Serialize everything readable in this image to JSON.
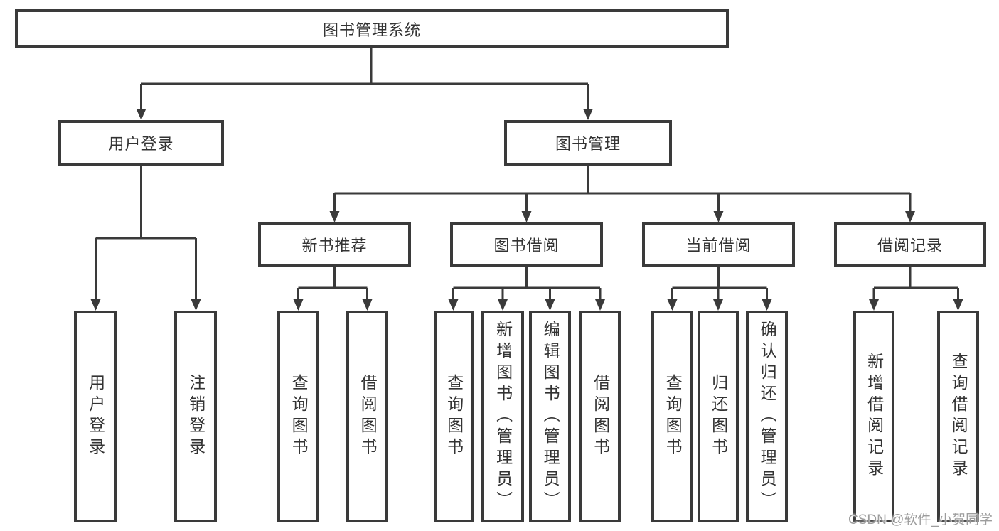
{
  "tree": {
    "label": "图书管理系统",
    "children": [
      {
        "label": "用户登录",
        "children": [
          {
            "label": "用户登录"
          },
          {
            "label": "注销登录"
          }
        ]
      },
      {
        "label": "图书管理",
        "children": [
          {
            "label": "新书推荐",
            "children": [
              {
                "label": "查询图书"
              },
              {
                "label": "借阅图书"
              }
            ]
          },
          {
            "label": "图书借阅",
            "children": [
              {
                "label": "查询图书"
              },
              {
                "label": "新增图书（管理员）"
              },
              {
                "label": "编辑图书（管理员）"
              },
              {
                "label": "借阅图书"
              }
            ]
          },
          {
            "label": "当前借阅",
            "children": [
              {
                "label": "查询图书"
              },
              {
                "label": "归还图书"
              },
              {
                "label": "确认归还（管理员）"
              }
            ]
          },
          {
            "label": "借阅记录",
            "children": [
              {
                "label": "新增借阅记录"
              },
              {
                "label": "查询借阅记录"
              }
            ]
          }
        ]
      }
    ]
  },
  "watermark": {
    "text": "CSDN @软件_小贺同学"
  },
  "colors": {
    "line": "#3a3a3a",
    "box_border": "#3a3a3a",
    "text": "#333333",
    "watermark": "#989898",
    "background": "#ffffff"
  }
}
